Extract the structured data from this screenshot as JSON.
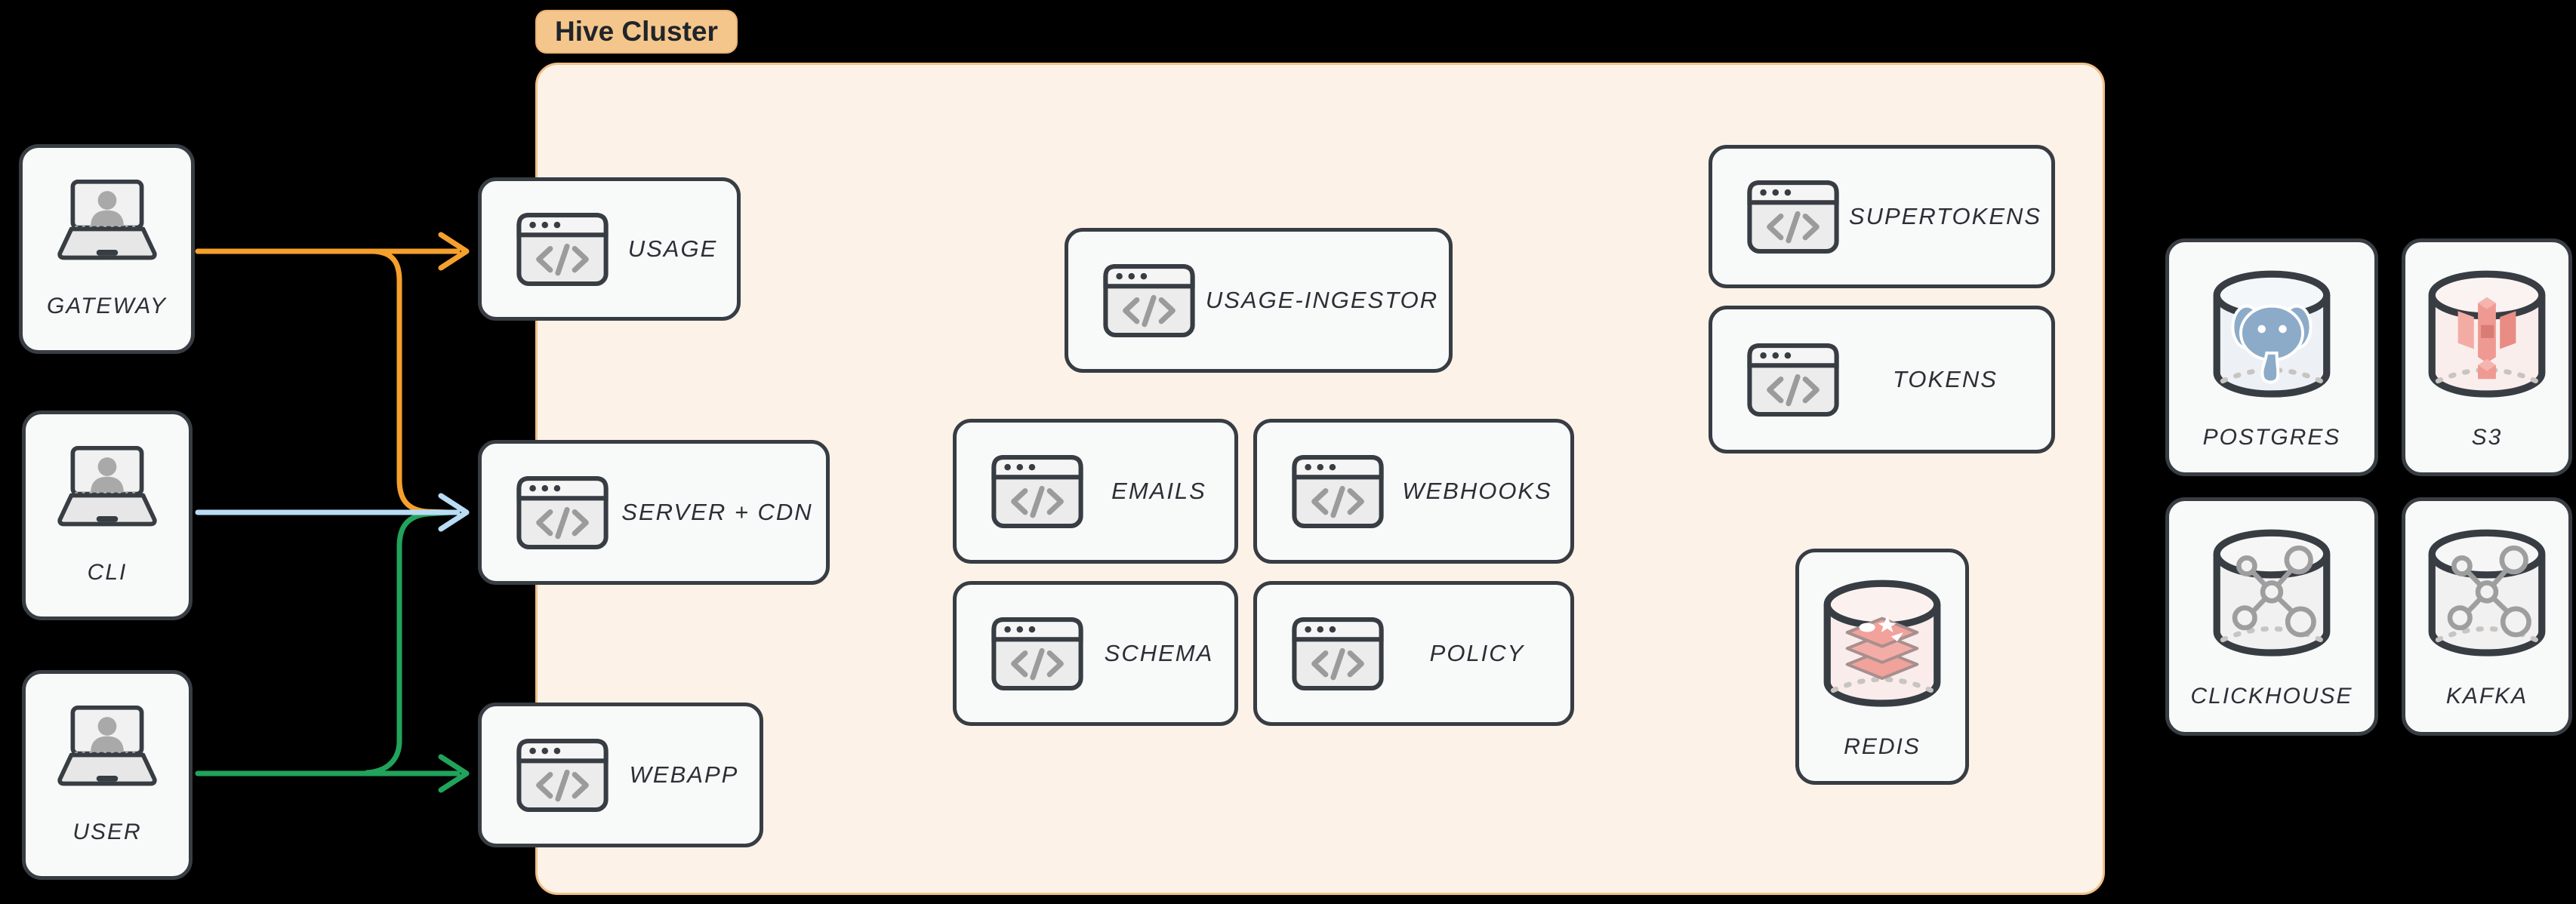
{
  "diagram": {
    "cluster_label": "Hive Cluster",
    "clients": {
      "gateway": {
        "label": "GATEWAY"
      },
      "cli": {
        "label": "CLI"
      },
      "user": {
        "label": "USER"
      }
    },
    "services": {
      "usage": {
        "label": "USAGE"
      },
      "server_cdn": {
        "label": "SERVER + CDN"
      },
      "webapp": {
        "label": "WEBAPP"
      },
      "usage_ingestor": {
        "label": "USAGE-INGESTOR"
      },
      "emails": {
        "label": "EMAILS"
      },
      "webhooks": {
        "label": "WEBHOOKS"
      },
      "schema": {
        "label": "SCHEMA"
      },
      "policy": {
        "label": "POLICY"
      },
      "supertokens": {
        "label": "SUPERTOKENS"
      },
      "tokens": {
        "label": "TOKENS"
      },
      "redis": {
        "label": "REDIS"
      }
    },
    "datastores": {
      "postgres": {
        "label": "POSTGRES"
      },
      "s3": {
        "label": "S3"
      },
      "clickhouse": {
        "label": "CLICKHOUSE"
      },
      "kafka": {
        "label": "KAFKA"
      }
    },
    "edges": [
      {
        "from": "GATEWAY",
        "to": "USAGE",
        "color_key": "orange"
      },
      {
        "from": "GATEWAY",
        "to": "SERVER + CDN",
        "color_key": "orange"
      },
      {
        "from": "CLI",
        "to": "SERVER + CDN",
        "color_key": "blue"
      },
      {
        "from": "USER",
        "to": "SERVER + CDN",
        "color_key": "green"
      },
      {
        "from": "USER",
        "to": "WEBAPP",
        "color_key": "green"
      }
    ],
    "colors": {
      "orange": "#f5a02c",
      "blue": "#b9dcf6",
      "green": "#21a35b",
      "node_border": "#373d43",
      "node_fill": "#f8f9f9",
      "cluster_fill": "#fdf2e8",
      "cluster_border": "#f1c189",
      "label_pill_fill": "#f5c68c",
      "label_text": "#20252a"
    }
  }
}
